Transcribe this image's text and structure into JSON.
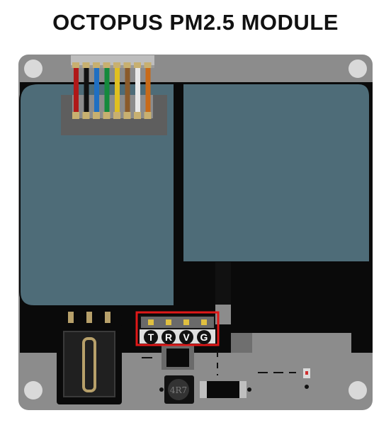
{
  "title": "OCTOPUS PM2.5 MODULE",
  "header_pins": [
    {
      "id": "tx",
      "label": "T"
    },
    {
      "id": "rx",
      "label": "R"
    },
    {
      "id": "vcc",
      "label": "V"
    },
    {
      "id": "gnd",
      "label": "G"
    }
  ],
  "inductor_label": "4R7",
  "colors": {
    "board": "#8c8c8c",
    "sensor_body": "#4e6c78",
    "highlight": "#e01818",
    "wires": [
      "#b01818",
      "#101010",
      "#1f6fc2",
      "#148a3c",
      "#e0c020",
      "#8a5a2a",
      "#e8e8e8",
      "#c86a18"
    ]
  }
}
